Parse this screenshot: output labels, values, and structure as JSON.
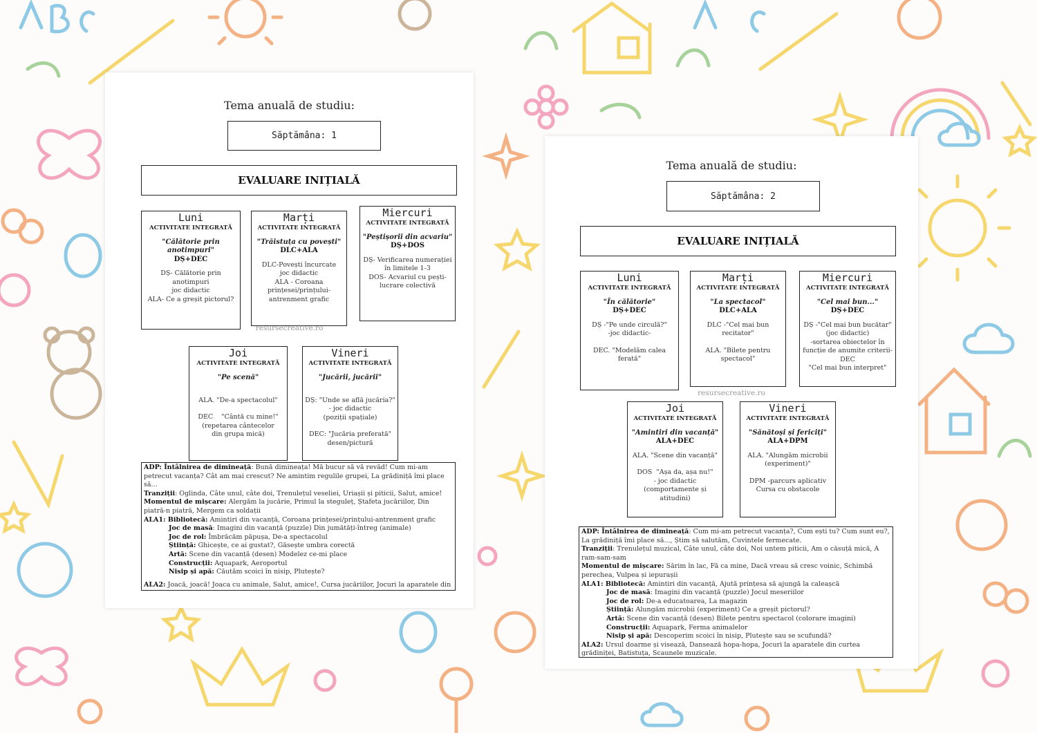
{
  "colors": {
    "background": "#fdfcfb",
    "doodle_yellow": "#f5d76e",
    "doodle_pink": "#f4a6c0",
    "doodle_blue": "#8ecae6",
    "doodle_green": "#a7d39b",
    "doodle_orange": "#f4b183",
    "doodle_brown": "#cbb59a"
  },
  "watermark": "resursecreative.ro",
  "pages": [
    {
      "title": "Tema anuală de studiu:",
      "week": "Săptămâna: 1",
      "evaluation": "EVALUARE INIȚIALĂ",
      "days": [
        {
          "name": "Luni",
          "activity": "ACTIVITATE INTEGRATĂ",
          "theme": "\"Călătorie prin anotimpuri\"",
          "code": "DȘ+DEC",
          "lines": [
            "DȘ- Călătorie prin\nanotimpuri\njoc didactic\nALA- Ce a greșit pictorul?"
          ]
        },
        {
          "name": "Marți",
          "activity": "ACTIVITATE INTEGRATĂ",
          "theme": "\"Trăistuța cu povești\"",
          "code": "DLC+ALA",
          "lines": [
            "DLC-Povești încurcate\njoc didactic\nALA - Coroana\nprințesei/prințului-\nantrenment grafic"
          ]
        },
        {
          "name": "Miercuri",
          "activity": "ACTIVITATE INTEGRATĂ",
          "theme": "\"Peștișorii din acvariu\"",
          "code": "DȘ+DOS",
          "lines": [
            "DȘ- Verificarea numerației\nîn limitele 1-3\nDOS- Acvariul cu pești-\nlucrare colectivă"
          ]
        },
        {
          "name": "Joi",
          "activity": "ACTIVITATE INTEGRATĂ",
          "theme": "\"Pe scenă\"",
          "code": "",
          "lines": [
            "ALA. \"De-a spectacolul\"",
            "DEC    \"Cântă cu mine!\"\n(repetarea cântecelor\ndin grupa mică)"
          ]
        },
        {
          "name": "Vineri",
          "activity": "ACTIVITATE INTEGRATĂ",
          "theme": "\"Jucării, jucării\"",
          "code": "",
          "lines": [
            "DȘ: \"Unde se află jucăria?\"\n- joc didactic\n(poziții spațiale)",
            "DEC: \"Jucăria preferată\"\ndesen/pictură"
          ]
        }
      ],
      "schedule": [
        {
          "label": "ADP: Întâlnirea de dimineață",
          "text": ": Bună dimineața! Mă bucur să vă revăd! Cum mi-am petrecut vacanța? Cât am mai crescut? Ne amintim regulile grupei, La grădiniță îmi place să...",
          "indent": false
        },
        {
          "label": "Tranziții",
          "text": ": Oglinda, Câte unul, câte doi, Trenulețul veseliei, Uriașii și piticii, Salut, amice!",
          "indent": false
        },
        {
          "label": "Momentul de mișcare:",
          "text": " Alergăm la jucărie, Primul la steguleț, Ștafeta jucăriilor, Din piatră-n piatră, Mergem ca soldații",
          "indent": false
        },
        {
          "label": "ALA1: Bibliotecă:",
          "text": " Amintiri din vacanță, Coroana prințesei/prințului-antrenment grafic",
          "indent": false
        },
        {
          "label": "Joc de masă",
          "text": ": Imagini din vacanță (puzzle) Din jumătăți-întreg (animale)",
          "indent": true
        },
        {
          "label": "Joc de rol:",
          "text": " Îmbrăcăm păpușa, De-a spectacolul",
          "indent": true
        },
        {
          "label": "Știință:",
          "text": " Ghicește, ce ai gustat?, Găsește umbra corectă",
          "indent": true
        },
        {
          "label": "Artă:",
          "text": " Scene din vacanță (desen) Modelez ce-mi place",
          "indent": true
        },
        {
          "label": "Construcții:",
          "text": " Aquapark, Aeroportul",
          "indent": true
        },
        {
          "label": "Nisip și apă:",
          "text": "  Căutăm scoici în nisip, Plutește?",
          "indent": true
        },
        {
          "label": "ALA2:",
          "text": " Joacă, joacă! Joaca cu animale, Salut, amice!, Cursa jucăriilor, Jocuri la aparatele din curtea grădiniței",
          "indent": false
        }
      ]
    },
    {
      "title": "Tema anuală de studiu:",
      "week": "Săptămâna: 2",
      "evaluation": "EVALUARE INIȚIALĂ",
      "days": [
        {
          "name": "Luni",
          "activity": "ACTIVITATE INTEGRATĂ",
          "theme": "\"În călătorie\"",
          "code": "DȘ+DEC",
          "lines": [
            "DȘ -\"Pe unde circulă?\"\n-joc didactic-",
            "DEC. \"Modelăm calea\nferată\""
          ]
        },
        {
          "name": "Marți",
          "activity": "ACTIVITATE INTEGRATĂ",
          "theme": "\"La spectacol\"",
          "code": "DLC+ALA",
          "lines": [
            "DLC -\"Cel mai bun\nrecitator\"",
            "ALA. \"Bilete pentru\nspectacol\""
          ]
        },
        {
          "name": "Miercuri",
          "activity": "ACTIVITATE INTEGRATĂ",
          "theme": "\"Cel mai bun...\"",
          "code": "DȘ+DEC",
          "lines": [
            "DȘ -\"Cel mai bun bucătar\"\n(joc didactic)\n-sortarea obiectelor în\nfuncție de anumite criterii-\nDEC\n\"Cel mai bun interpret\""
          ]
        },
        {
          "name": "Joi",
          "activity": "ACTIVITATE INTEGRATĂ",
          "theme": "\"Amintiri din vacanță\"",
          "code": "ALA+DEC",
          "lines": [
            "ALA. \"Scene din vacanță\"",
            "DOS  \"Așa da, așa nu!\"\n- joc didactic\n(comportamente și atitudini)"
          ]
        },
        {
          "name": "Vineri",
          "activity": "ACTIVITATE INTEGRATĂ",
          "theme": "\"Sănătoși și fericiți\"",
          "code": "ALA+DPM",
          "lines": [
            "ALA. \"Alungăm microbii\n(experiment)\"",
            "DPM -parcurs aplicativ\nCursa cu obstacole"
          ]
        }
      ],
      "schedule": [
        {
          "label": "ADP: Întâlnirea de dimineață",
          "text": ": Cum mi-am petrecut vacanța?, Cum ești tu? Cum sunt eu?,  La grădiniță îmi place să..., Știm să salutăm, Cuvintele fermecate.",
          "indent": false
        },
        {
          "label": "Tranziții",
          "text": ": Trenulețul muzical, Câte unul, câte doi, Noi untem piticii, Am o căsuță mică, A ram-sam-sam",
          "indent": false
        },
        {
          "label": "Momentul de mișcare:",
          "text": " Sărim în lac, Fă ca mine, Dacă vreau să cresc voinic, Schimbă perechea, Vulpea și iepurașii",
          "indent": false
        },
        {
          "label": "ALA1: Bibliotecă:",
          "text": " Amintiri din vacanță, Ajută prințesa să ajungă la caleașcă",
          "indent": false
        },
        {
          "label": "Joc de masă",
          "text": ": Imagini din vacanță (puzzle) Jocul meseriilor",
          "indent": true
        },
        {
          "label": "Joc de rol:",
          "text": " De-a educatoarea, La magazin",
          "indent": true
        },
        {
          "label": "Știință:",
          "text": " Alungăm microbii (experiment)    Ce a greșit pictorul?",
          "indent": true
        },
        {
          "label": "Artă:",
          "text": " Scene din vacanță (desen) Bilete pentru spectacol (colorare imagini)",
          "indent": true
        },
        {
          "label": "Construcții:",
          "text": " Aquapark, Ferma animalelor",
          "indent": true
        },
        {
          "label": "Nisip și apă:",
          "text": "  Descoperim scoici în nisip, Plutește sau se scufundă?",
          "indent": true
        },
        {
          "label": "ALA2:",
          "text": " Ursul doarme și visează, Dansează hopa-hopa, Jocuri la aparatele din curtea grădiniței, Batistuța, Scaunele muzicale.",
          "indent": false
        }
      ]
    }
  ]
}
